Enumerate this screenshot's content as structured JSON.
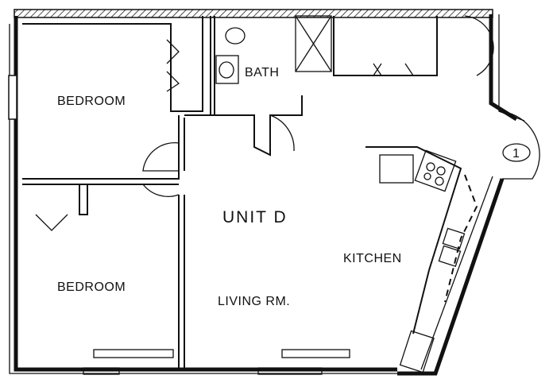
{
  "plan": {
    "unit_label": "UNIT D",
    "rooms": {
      "bedroom_top": "BEDROOM",
      "bedroom_bottom": "BEDROOM",
      "bath": "BATH",
      "kitchen": "KITCHEN",
      "living": "LIVING RM."
    },
    "entry_marker": "1"
  }
}
